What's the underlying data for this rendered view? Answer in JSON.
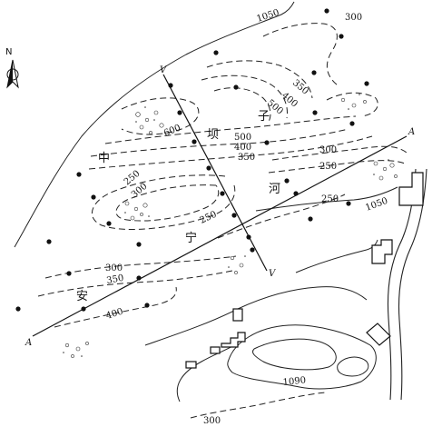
{
  "contour_labels": [
    "1050",
    "300",
    "350",
    "400",
    "500",
    "600",
    "500",
    "400",
    "350",
    "300",
    "250",
    "250",
    "300",
    "250",
    "1050",
    "250",
    "300",
    "350",
    "400",
    "1090",
    "300"
  ],
  "section_labels": {
    "a_start": "A",
    "a_end": "A",
    "v_start": "V",
    "v_end": "V"
  },
  "place_name_characters": [
    "中",
    "坝",
    "子",
    "河",
    "宁",
    "安"
  ],
  "north_arrow": {
    "label": "N",
    "icon": "north-arrow-icon"
  },
  "colors": {
    "ink": "#111111",
    "paper": "#ffffff"
  }
}
